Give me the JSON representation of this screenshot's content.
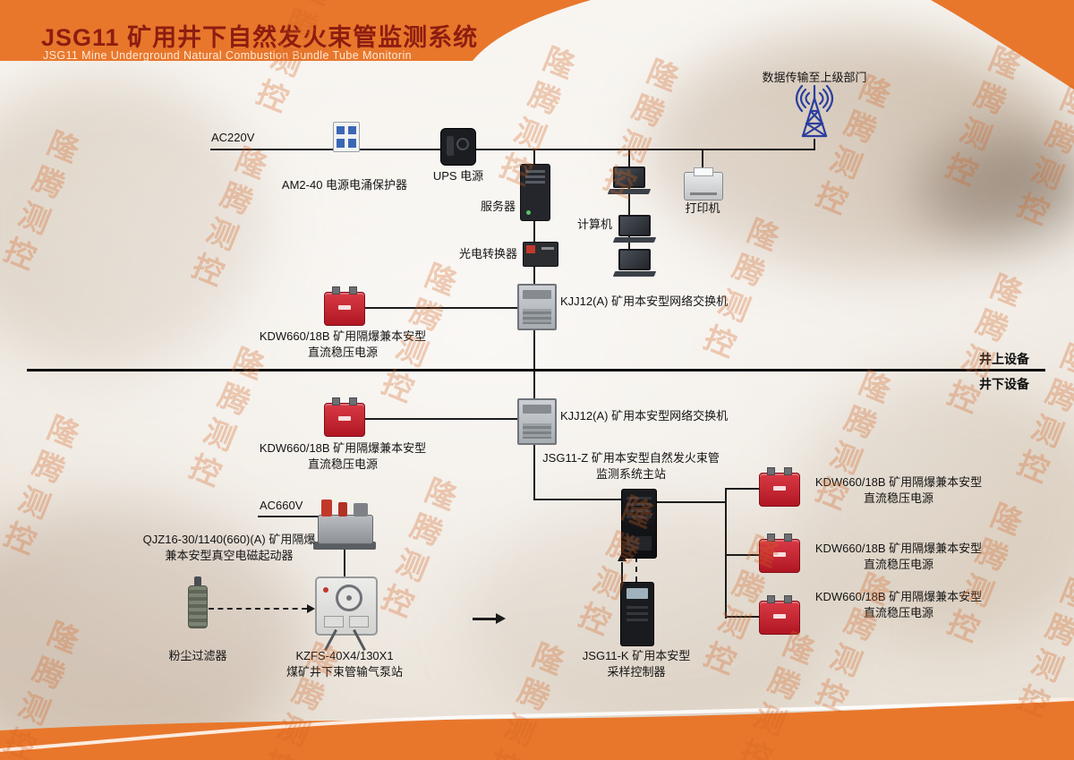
{
  "header": {
    "title": "JSG11 矿用井下自然发火束管监测系统",
    "subtitle": "JSG11 Mine Underground Natural Combustion Bundle Tube Monitorin"
  },
  "watermark": "隆腾测控",
  "zone_divider": {
    "surface": "井上设备",
    "underground": "井下设备"
  },
  "surface": {
    "data_link_label": "数据传输至上级部门",
    "ac220v": "AC220V",
    "surge_label": "AM2-40 电源电涌保护器",
    "ups_label": "UPS 电源",
    "server_label": "服务器",
    "computer_label": "计算机",
    "printer_label": "打印机",
    "converter_label": "光电转换器",
    "switch_label": "KJJ12(A) 矿用本安型网络交换机",
    "kdw_label_1": "KDW660/18B 矿用隔爆兼本安型",
    "kdw_label_2": "直流稳压电源"
  },
  "underground": {
    "switch_label": "KJJ12(A) 矿用本安型网络交换机",
    "kdw_label_1": "KDW660/18B 矿用隔爆兼本安型",
    "kdw_label_2": "直流稳压电源",
    "main_station_label_1": "JSG11-Z 矿用本安型自然发火束管",
    "main_station_label_2": "监测系统主站",
    "kdw_right": [
      {
        "l1": "KDW660/18B 矿用隔爆兼本安型",
        "l2": "直流稳压电源"
      },
      {
        "l1": "KDW660/18B 矿用隔爆兼本安型",
        "l2": "直流稳压电源"
      },
      {
        "l1": "KDW660/18B 矿用隔爆兼本安型",
        "l2": "直流稳压电源"
      }
    ],
    "ac660v": "AC660V",
    "starter_label_1": "QJZ16-30/1140(660)(A) 矿用隔爆",
    "starter_label_2": "兼本安型真空电磁起动器",
    "pump_label_1": "KZFS-40X4/130X1",
    "pump_label_2": "煤矿井下束管输气泵站",
    "filter_label": "粉尘过滤器",
    "sampler_label_1": "JSG11-K 矿用本安型",
    "sampler_label_2": "采样控制器"
  },
  "colors": {
    "accent": "#e8772c",
    "device_red": "#c4212f",
    "antenna_blue": "#2b3f9e"
  }
}
